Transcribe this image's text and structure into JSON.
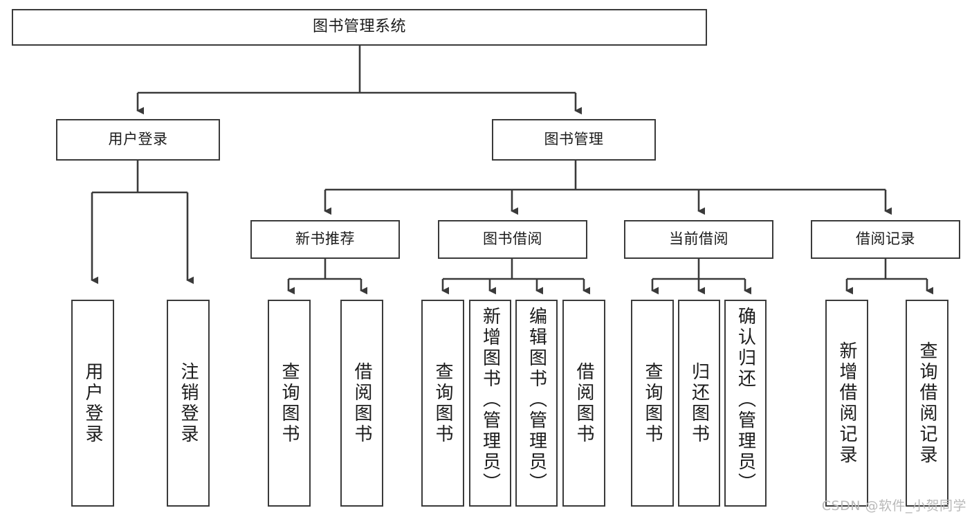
{
  "diagram": {
    "title": "图书管理系统",
    "type": "tree",
    "watermark": "CSDN @软件_小贺同学",
    "colors": {
      "box_border": "#3a3a3a",
      "box_fill": "#ffffff",
      "connector": "#3a3a3a",
      "text": "#1b1b1b",
      "watermark": "#b9b9b9",
      "background": "#ffffff"
    },
    "root": {
      "label": "图书管理系统"
    },
    "level2": [
      {
        "id": "user-login",
        "label": "用户登录"
      },
      {
        "id": "book-manage",
        "label": "图书管理"
      }
    ],
    "level3": [
      {
        "id": "new-book-rec",
        "label": "新书推荐"
      },
      {
        "id": "book-borrow",
        "label": "图书借阅"
      },
      {
        "id": "current-borrow",
        "label": "当前借阅"
      },
      {
        "id": "borrow-record",
        "label": "借阅记录"
      }
    ],
    "leaves": [
      {
        "id": "leaf-user-login",
        "label": "用户登录",
        "parent": "user-login"
      },
      {
        "id": "leaf-user-logout",
        "label": "注销登录",
        "parent": "user-login"
      },
      {
        "id": "leaf-query-book-1",
        "label": "查询图书",
        "parent": "new-book-rec"
      },
      {
        "id": "leaf-borrow-book-1",
        "label": "借阅图书",
        "parent": "new-book-rec"
      },
      {
        "id": "leaf-query-book-2",
        "label": "查询图书",
        "parent": "book-borrow"
      },
      {
        "id": "leaf-add-book",
        "label": "新增图书（管理员）",
        "parent": "book-borrow"
      },
      {
        "id": "leaf-edit-book",
        "label": "编辑图书（管理员）",
        "parent": "book-borrow"
      },
      {
        "id": "leaf-borrow-book-2",
        "label": "借阅图书",
        "parent": "book-borrow"
      },
      {
        "id": "leaf-query-book-3",
        "label": "查询图书",
        "parent": "current-borrow"
      },
      {
        "id": "leaf-return-book",
        "label": "归还图书",
        "parent": "current-borrow"
      },
      {
        "id": "leaf-confirm-return",
        "label": "确认归还（管理员）",
        "parent": "current-borrow"
      },
      {
        "id": "leaf-add-record",
        "label": "新增借阅记录",
        "parent": "borrow-record"
      },
      {
        "id": "leaf-query-record",
        "label": "查询借阅记录",
        "parent": "borrow-record"
      }
    ]
  }
}
